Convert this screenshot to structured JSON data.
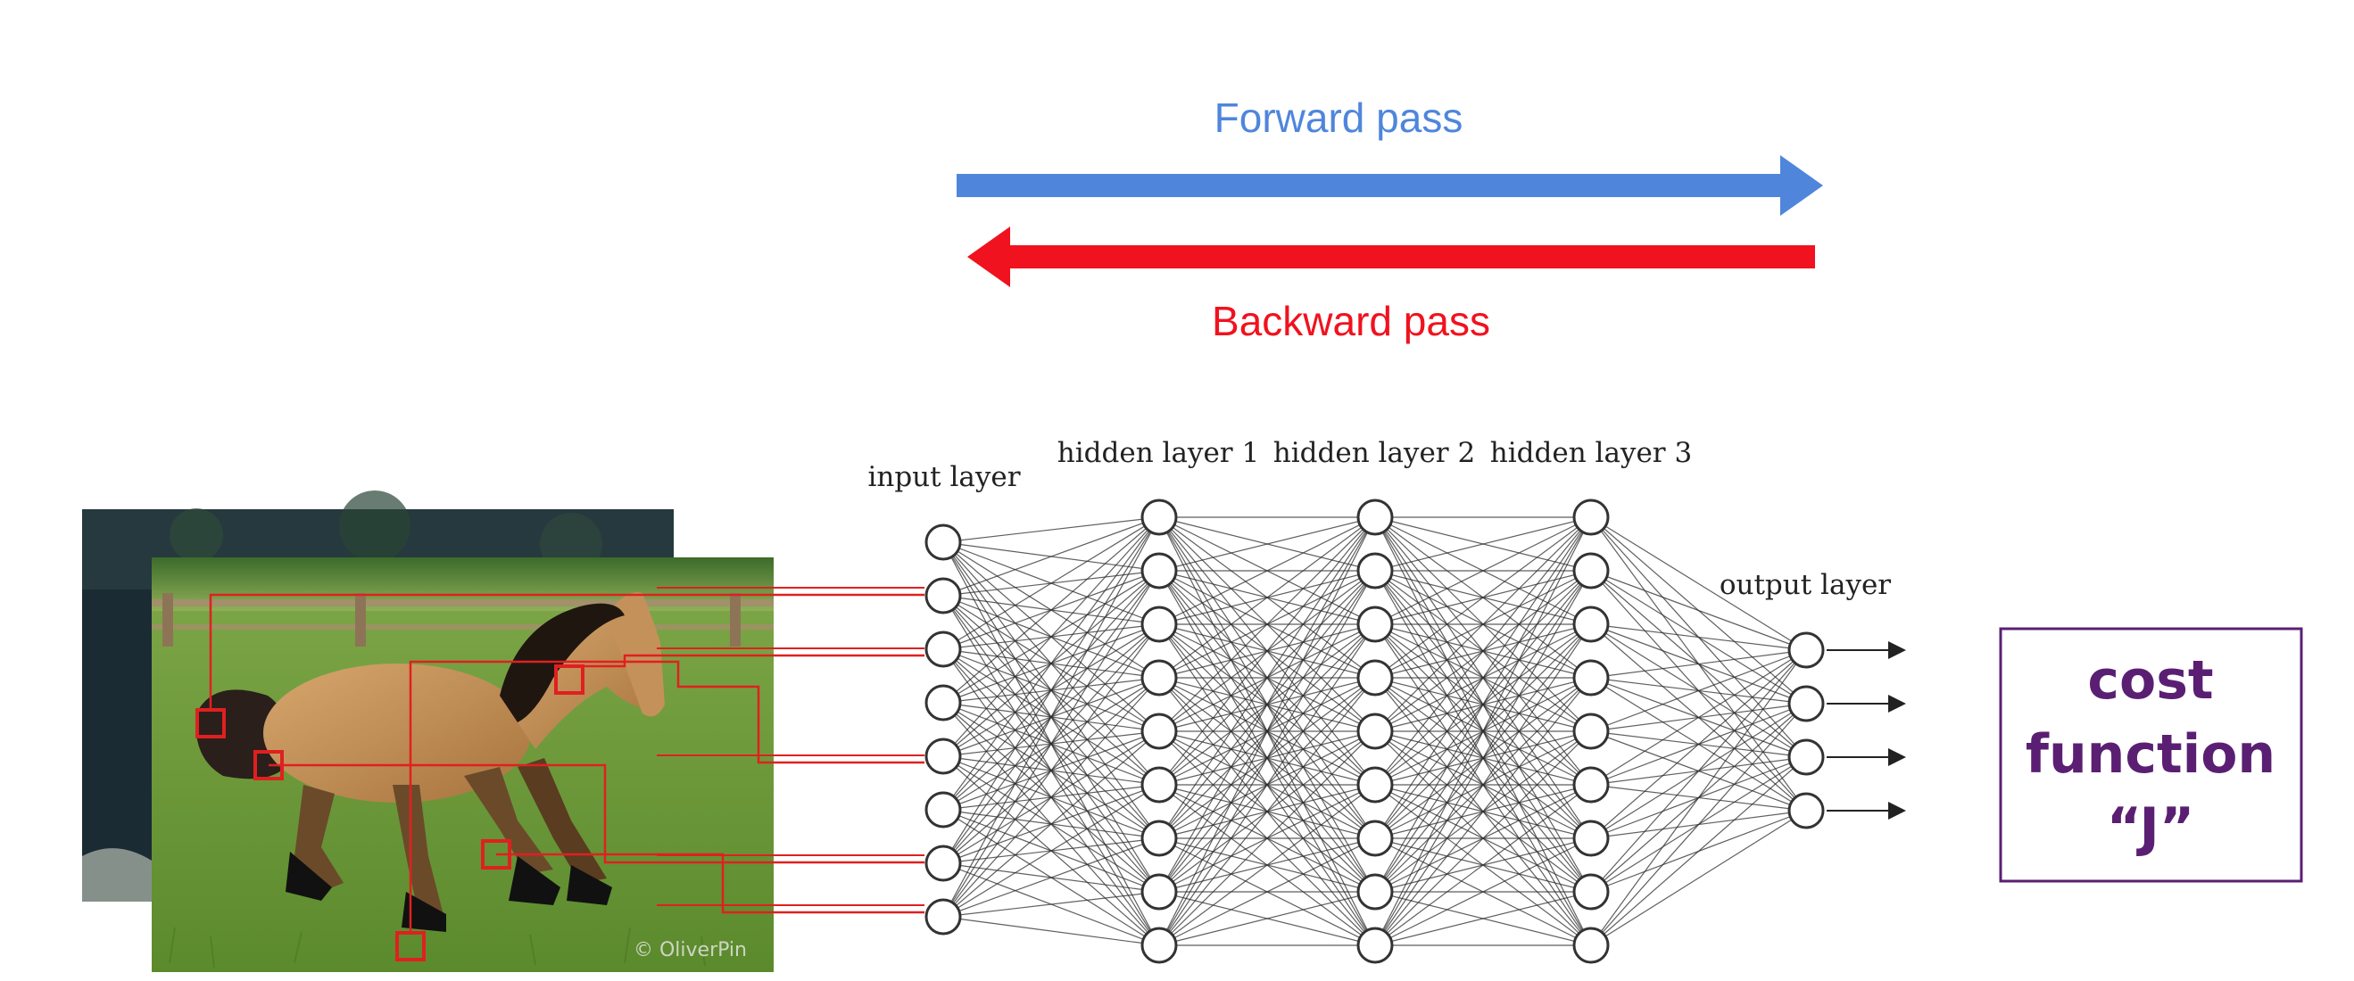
{
  "passes": {
    "forward_label": "Forward pass",
    "backward_label": "Backward pass",
    "forward_color": "#4f86dc",
    "backward_color": "#f0121e"
  },
  "network": {
    "layers": [
      {
        "label": "input layer",
        "nodes": 8
      },
      {
        "label": "hidden layer 1",
        "nodes": 9
      },
      {
        "label": "hidden layer 2",
        "nodes": 9
      },
      {
        "label": "hidden layer 3",
        "nodes": 9
      },
      {
        "label": "output layer",
        "nodes": 4
      }
    ],
    "output_arrows": 4
  },
  "cost_box": {
    "line1": "cost",
    "line2": "function",
    "line3": "“J”",
    "color": "#5a1f72"
  },
  "image": {
    "subject": "horse",
    "watermark": "© OliverPin",
    "patch_color": "#e02020"
  }
}
